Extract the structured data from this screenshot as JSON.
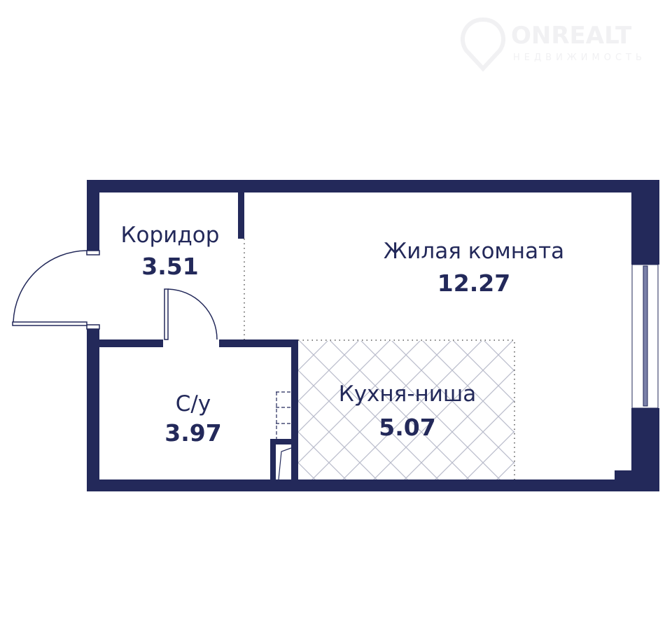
{
  "colors": {
    "wall": "#23295a",
    "background": "#ffffff",
    "tile": "#b9bccb",
    "watermark": "#f1f1f3"
  },
  "watermark": {
    "brand": "ONREALT",
    "tagline": "НЕДВИЖИМОСТЬ"
  },
  "rooms": [
    {
      "name": "Коридор",
      "area": "3.51"
    },
    {
      "name": "Жилая комната",
      "area": "12.27"
    },
    {
      "name": "С/у",
      "area": "3.97"
    },
    {
      "name": "Кухня-ниша",
      "area": "5.07"
    }
  ]
}
